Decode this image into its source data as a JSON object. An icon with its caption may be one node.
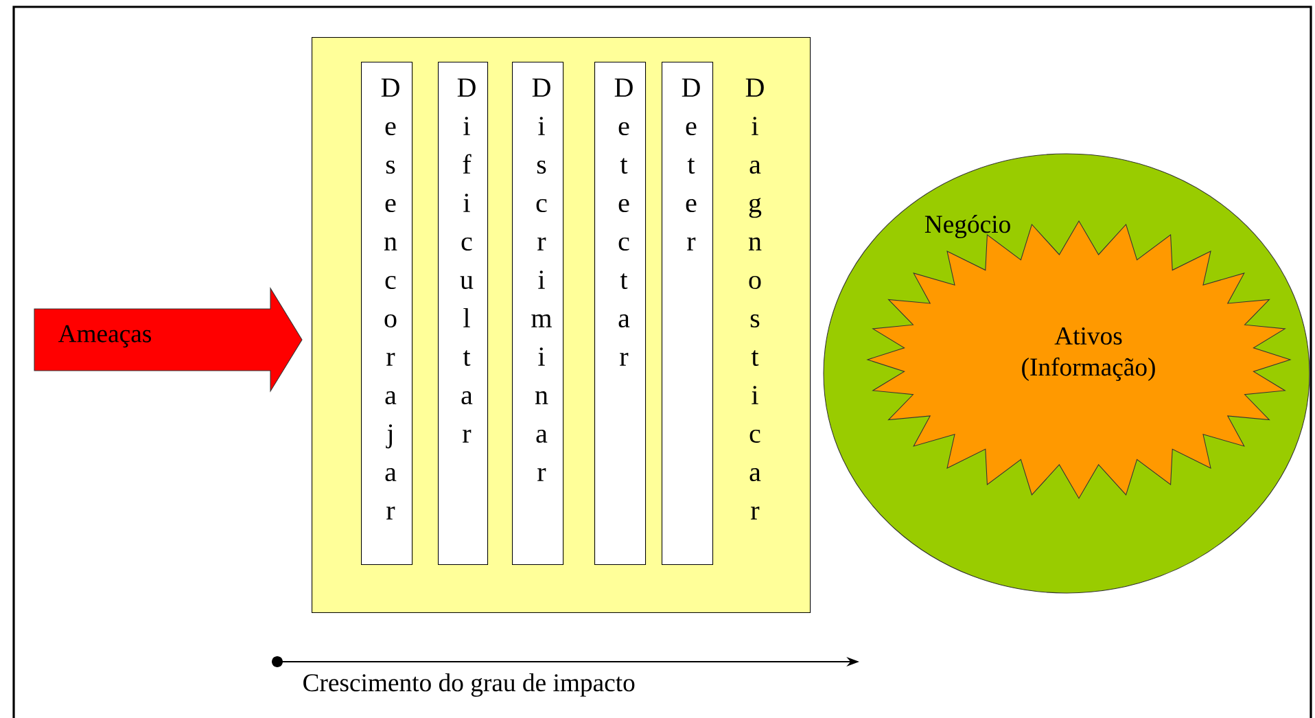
{
  "diagram": {
    "nodes": [
      {
        "text": [
          "Diagnosticar"
        ]
      },
      {
        "text": [
          "Desencorajar"
        ],
        "in": 0
      },
      {
        "text": [
          "Dificultar"
        ],
        "in": 0
      },
      {
        "text": [
          "Discriminar"
        ],
        "in": 0
      },
      {
        "text": [
          "Detectar"
        ],
        "in": 0
      },
      {
        "text": [
          "Deter"
        ],
        "in": 0
      },
      {
        "text": [
          "Ameaças"
        ]
      },
      {
        "text": [
          "Negócio"
        ]
      },
      {
        "text": [
          "Ativos (Informação)"
        ],
        "in": 7
      }
    ],
    "labels": [
      "Crescimento do grau de impacto"
    ]
  }
}
